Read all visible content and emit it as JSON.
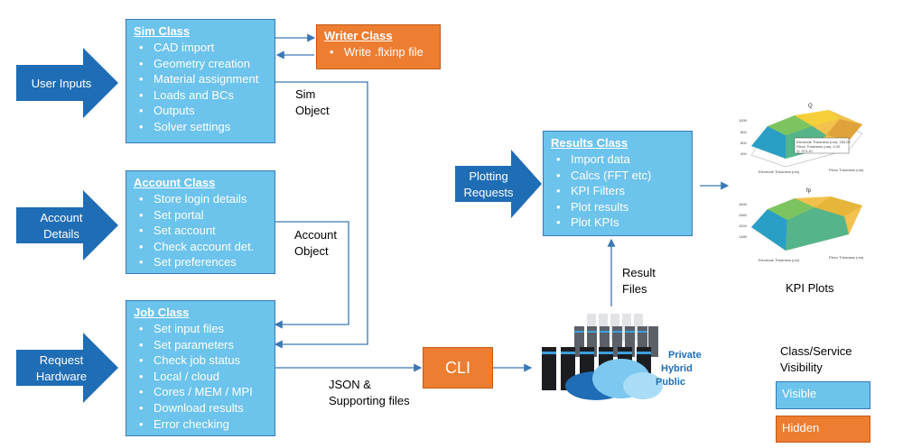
{
  "inputs": {
    "user_inputs": "User Inputs",
    "account_details_1": "Account",
    "account_details_2": "Details",
    "request_hardware_1": "Request",
    "request_hardware_2": "Hardware",
    "plotting_requests_1": "Plotting",
    "plotting_requests_2": "Requests"
  },
  "sim_class": {
    "title": "Sim Class",
    "items": [
      "CAD import",
      "Geometry creation",
      "Material assignment",
      "Loads and BCs",
      "Outputs",
      "Solver settings"
    ]
  },
  "writer_class": {
    "title": "Writer Class",
    "items": [
      "Write .flxinp file"
    ]
  },
  "account_class": {
    "title": "Account Class",
    "items": [
      "Store login details",
      "Set portal",
      "Set account",
      "Check account det.",
      "Set preferences"
    ]
  },
  "job_class": {
    "title": "Job Class",
    "items": [
      "Set input files",
      "Set parameters",
      "Check job status",
      "Local / cloud",
      "Cores / MEM / MPI",
      "Download results",
      "Error checking"
    ]
  },
  "results_class": {
    "title": "Results Class",
    "items": [
      "Import data",
      "Calcs (FFT etc)",
      "KPI Filters",
      "Plot results",
      "Plot KPIs"
    ]
  },
  "labels": {
    "sim_object_1": "Sim",
    "sim_object_2": "Object",
    "account_object_1": "Account",
    "account_object_2": "Object",
    "json_1": "JSON &",
    "json_2": "Supporting files",
    "result_files_1": "Result",
    "result_files_2": "Files",
    "cli": "CLI",
    "cloud_private": "Private",
    "cloud_hybrid": "Hybrid",
    "cloud_public": "Public",
    "kpi_plots": "KPI Plots",
    "legend_title_1": "Class/Service",
    "legend_title_2": "Visibility",
    "legend_visible": "Visible",
    "legend_hidden": "Hidden"
  },
  "colors": {
    "visible": "#6cc3ec",
    "hidden": "#ed7d31",
    "input_arrow": "#1f6db5",
    "connector": "#3a78b5"
  }
}
